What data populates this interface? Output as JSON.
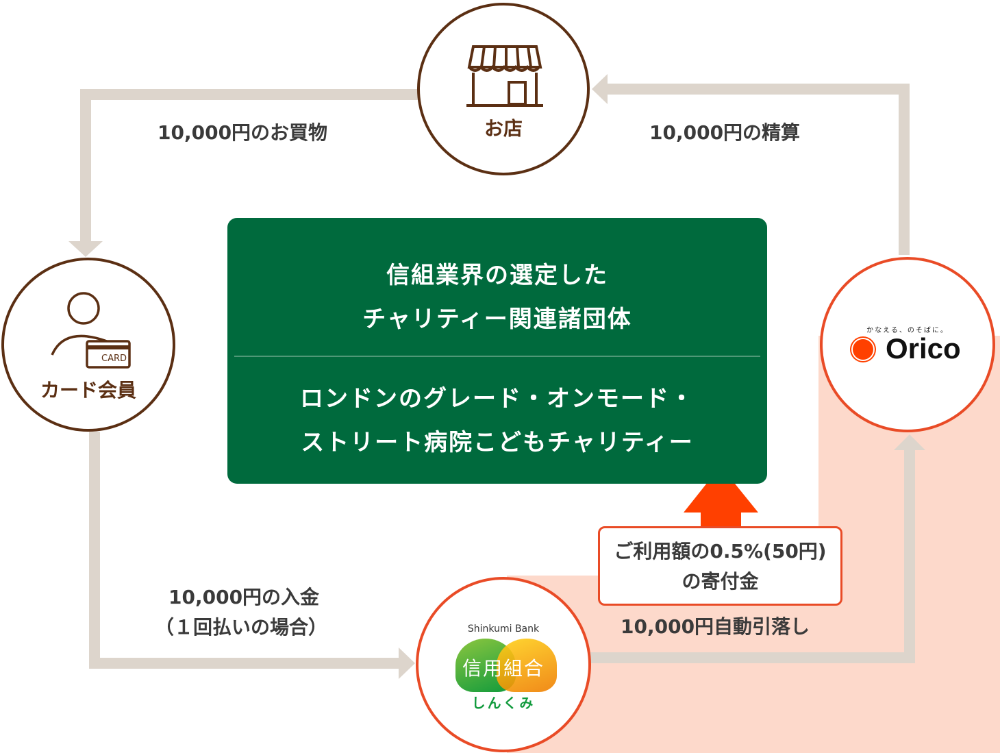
{
  "nodes": {
    "shop": {
      "label": "お店"
    },
    "card_member": {
      "label": "カード会員",
      "card_text": "CARD"
    },
    "orico": {
      "tagline": "かなえる、のそばに。",
      "name": "Orico"
    },
    "shinkumi": {
      "english": "Shinkumi Bank",
      "kanji": "信用組合",
      "kana": "しんくみ"
    }
  },
  "flows": {
    "purchase": "10,000円のお買物",
    "settlement": "10,000円の精算",
    "deposit_line1": "10,000円の入金",
    "deposit_line2": "（１回払いの場合）",
    "debit": "10,000円自動引落し"
  },
  "charity": {
    "title_line1": "信組業界の選定した",
    "title_line2": "チャリティー関連諸団体",
    "name_line1": "ロンドンのグレード・オンモード・",
    "name_line2": "ストリート病院こどもチャリティー"
  },
  "donation": {
    "line1": "ご利用額の0.5%(50円)",
    "line2": "の寄付金"
  },
  "colors": {
    "brown": "#5b2f13",
    "green": "#006a3d",
    "orange": "#e94b26",
    "arrow_gray": "#ddd5cc",
    "peach": "#fdd9cb",
    "donation_arrow": "#ff4000"
  }
}
